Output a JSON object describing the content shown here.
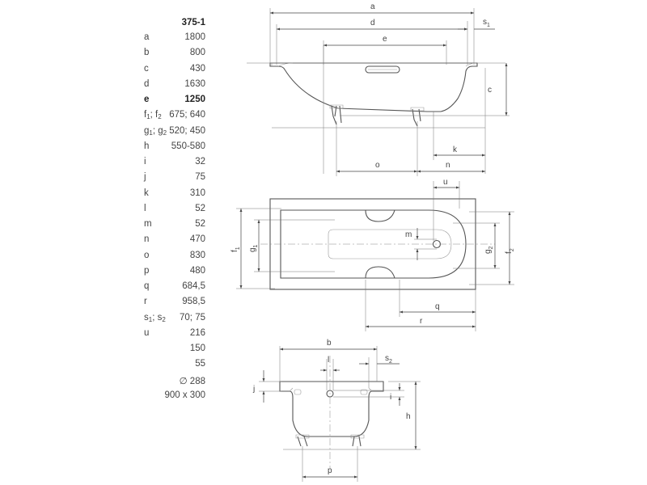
{
  "model": "375-1",
  "specs": [
    {
      "id": "a",
      "label": "a",
      "value": "1800"
    },
    {
      "id": "b",
      "label": "b",
      "value": "800"
    },
    {
      "id": "c",
      "label": "c",
      "value": "430"
    },
    {
      "id": "d",
      "label": "d",
      "value": "1630"
    },
    {
      "id": "e",
      "label": "e",
      "value": "1250",
      "bold": true
    },
    {
      "id": "f",
      "label_html": "f<span class=\"sub\">1</span>; f<span class=\"sub\">2</span>",
      "value": "675; 640"
    },
    {
      "id": "g",
      "label_html": "g<span class=\"sub\">1</span>; g<span class=\"sub\">2</span>",
      "value": "520; 450"
    },
    {
      "id": "h",
      "label": "h",
      "value": "550-580"
    },
    {
      "id": "i",
      "label": "i",
      "value": "32"
    },
    {
      "id": "j",
      "label": "j",
      "value": "75"
    },
    {
      "id": "k",
      "label": "k",
      "value": "310"
    },
    {
      "id": "l",
      "label": "l",
      "value": "52"
    },
    {
      "id": "m",
      "label": "m",
      "value": "52"
    },
    {
      "id": "n",
      "label": "n",
      "value": "470"
    },
    {
      "id": "o",
      "label": "o",
      "value": "830"
    },
    {
      "id": "p",
      "label": "p",
      "value": "480"
    },
    {
      "id": "q",
      "label": "q",
      "value": "684,5"
    },
    {
      "id": "r",
      "label": "r",
      "value": "958,5"
    },
    {
      "id": "s",
      "label_html": "s<span class=\"sub\">1</span>; s<span class=\"sub\">2</span>",
      "value": "70; 75"
    },
    {
      "id": "u",
      "label": "u",
      "value": "216"
    },
    {
      "id": "extra1",
      "label": "",
      "value": "150"
    },
    {
      "id": "extra2",
      "label": "",
      "value": "55"
    },
    {
      "id": "extra3",
      "label": "",
      "value": "∅ 288"
    },
    {
      "id": "extra4",
      "label": "",
      "value": "900 x 300"
    }
  ],
  "drawing_labels": {
    "a": "a",
    "d": "d",
    "e": "e",
    "s1": "s",
    "s1_sub": "1",
    "c": "c",
    "k": "k",
    "n": "n",
    "o": "o",
    "u": "u",
    "m": "m",
    "f1": "f",
    "f1_sub": "1",
    "g1": "g",
    "g1_sub": "1",
    "g2": "g",
    "g2_sub": "2",
    "f2": "f",
    "f2_sub": "2",
    "q": "q",
    "r": "r",
    "b": "b",
    "l": "l",
    "s2": "s",
    "s2_sub": "2",
    "j": "j",
    "i": "i",
    "h": "h",
    "p": "p"
  }
}
